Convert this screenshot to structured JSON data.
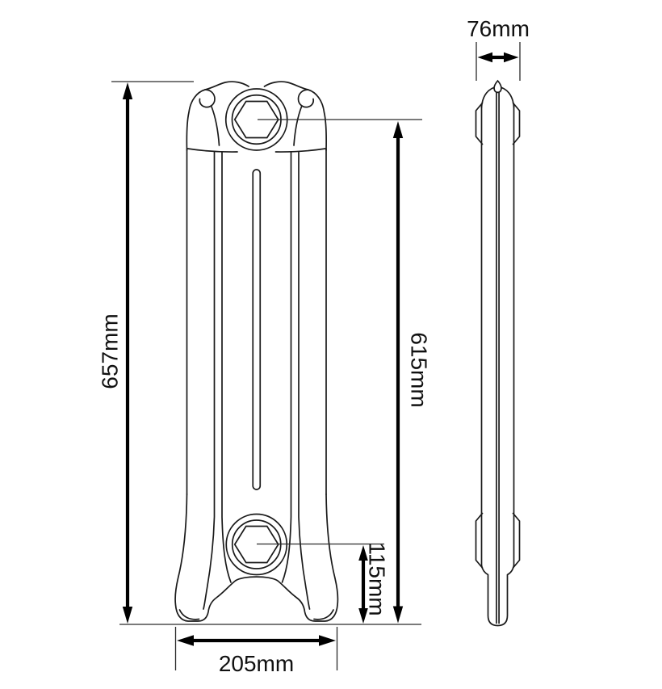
{
  "drawing": {
    "background_color": "#ffffff",
    "line_color": "#1a1a1a",
    "dimension_line_color": "#000000",
    "views": [
      "front",
      "side"
    ],
    "dimensions": {
      "overall_height": {
        "label": "657mm",
        "value_mm": 657
      },
      "tapping_centre_to_floor": {
        "label": "615mm",
        "value_mm": 615
      },
      "bottom_tapping_to_floor": {
        "label": "115mm",
        "value_mm": 115
      },
      "depth": {
        "label": "76mm",
        "value_mm": 76
      },
      "base_width": {
        "label": "205mm",
        "value_mm": 205
      }
    }
  }
}
